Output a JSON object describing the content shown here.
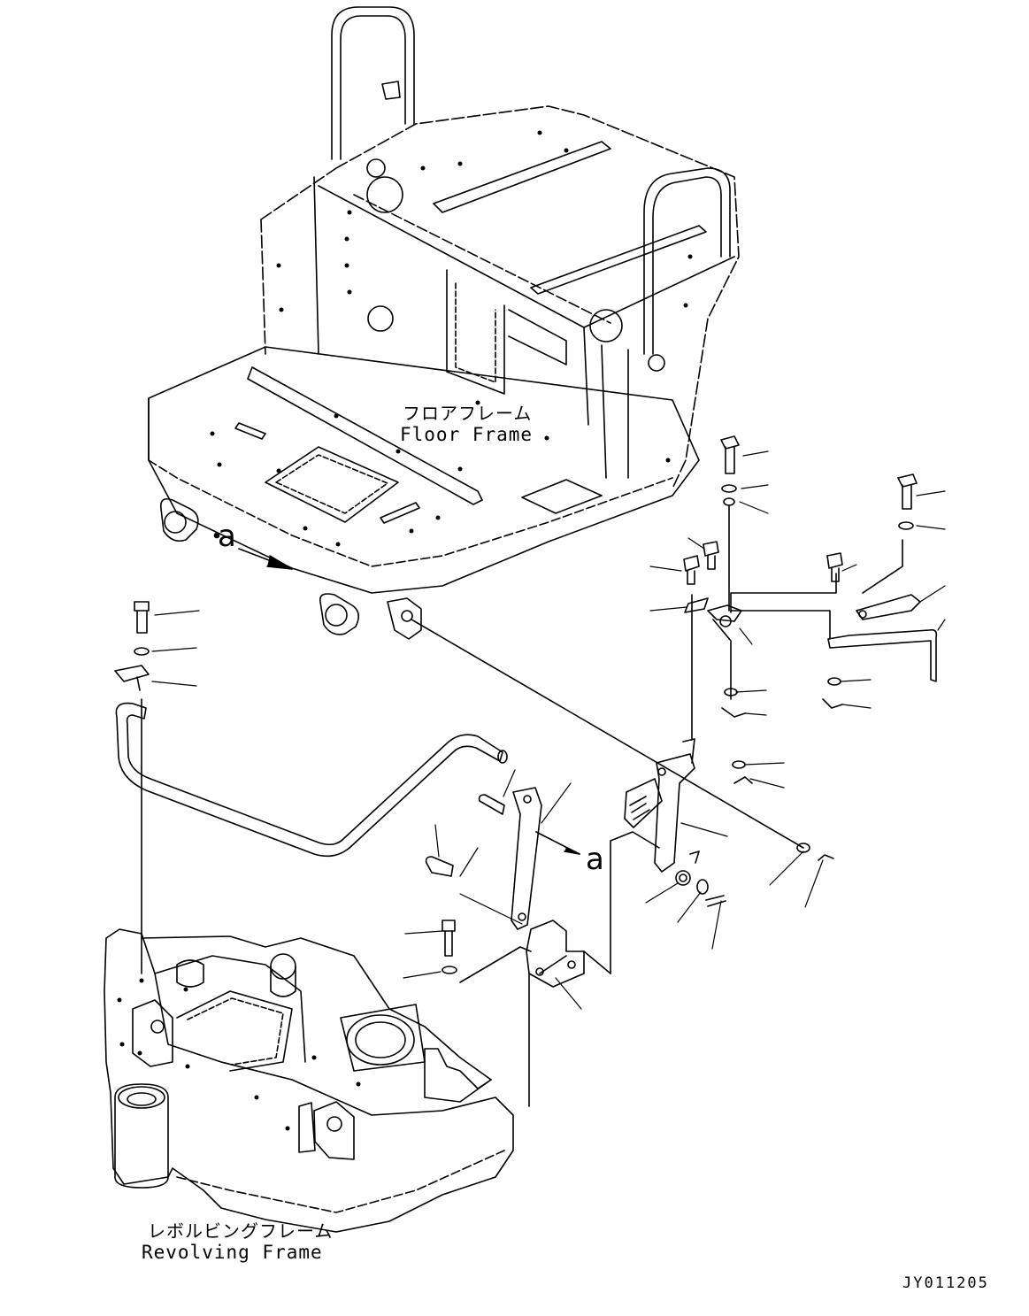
{
  "labels": {
    "floor_frame_ja": "フロアフレーム",
    "floor_frame_en": "Floor Frame",
    "revolving_frame_ja": "レボルビングフレーム",
    "revolving_frame_en": "Revolving Frame",
    "view_callout_top": "a",
    "view_callout_mid": "a",
    "drawing_code": "JY011205"
  }
}
